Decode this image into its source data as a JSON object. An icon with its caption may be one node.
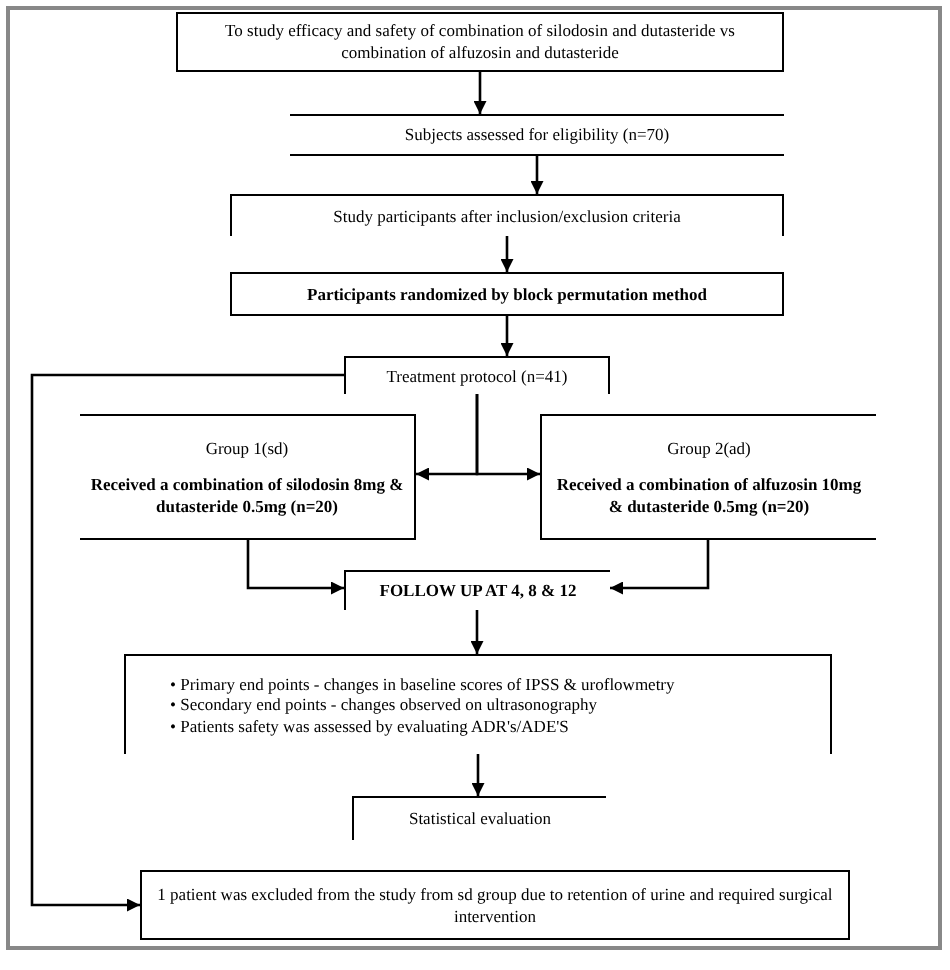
{
  "diagram": {
    "nodes": [
      {
        "text": [
          "To study efficacy and safety of combination of silodosin and dutasteride vs combination of alfuzosin and dutasteride"
        ]
      },
      {
        "text": [
          "Subjects assessed for eligibility (n=70)"
        ]
      },
      {
        "text": [
          "Study participants after inclusion/exclusion criteria"
        ]
      },
      {
        "text": [
          "Participants randomized by block permutation method"
        ]
      },
      {
        "text": [
          "Treatment protocol (n=41)"
        ]
      },
      {
        "text": [
          "Group 1(sd)",
          "Received a combination of silodosin 8mg & dutasteride 0.5mg (n=20)"
        ]
      },
      {
        "text": [
          "Group 2(ad)",
          "Received a combination of alfuzosin 10mg & dutasteride 0.5mg (n=20)"
        ]
      },
      {
        "text": [
          "FOLLOW UP AT 4, 8 & 12"
        ]
      },
      {
        "text": [
          "• Primary end points - changes in baseline scores of IPSS & uroflowmetry",
          "• Secondary end points - changes observed on ultrasonography",
          "• Patients safety was assessed by evaluating ADR's/ADE'S"
        ]
      },
      {
        "text": [
          "Statistical evaluation"
        ]
      },
      {
        "text": [
          "1 patient was excluded from the study from sd group due to retention of urine and required surgical intervention"
        ]
      }
    ],
    "edges": [
      {
        "from": 0,
        "to": 1,
        "arrow": "to"
      },
      {
        "from": 1,
        "to": 2,
        "arrow": "to"
      },
      {
        "from": 2,
        "to": 3,
        "arrow": "to"
      },
      {
        "from": 3,
        "to": 4,
        "arrow": "to"
      },
      {
        "from": 4,
        "to": 5,
        "arrow": "to"
      },
      {
        "from": 4,
        "to": 6,
        "arrow": "to"
      },
      {
        "from": 5,
        "to": 7,
        "arrow": "to"
      },
      {
        "from": 6,
        "to": 7,
        "arrow": "to"
      },
      {
        "from": 7,
        "to": 8,
        "arrow": "to"
      },
      {
        "from": 8,
        "to": 9,
        "arrow": "to"
      },
      {
        "from": 4,
        "to": 10,
        "arrow": "to"
      }
    ]
  }
}
